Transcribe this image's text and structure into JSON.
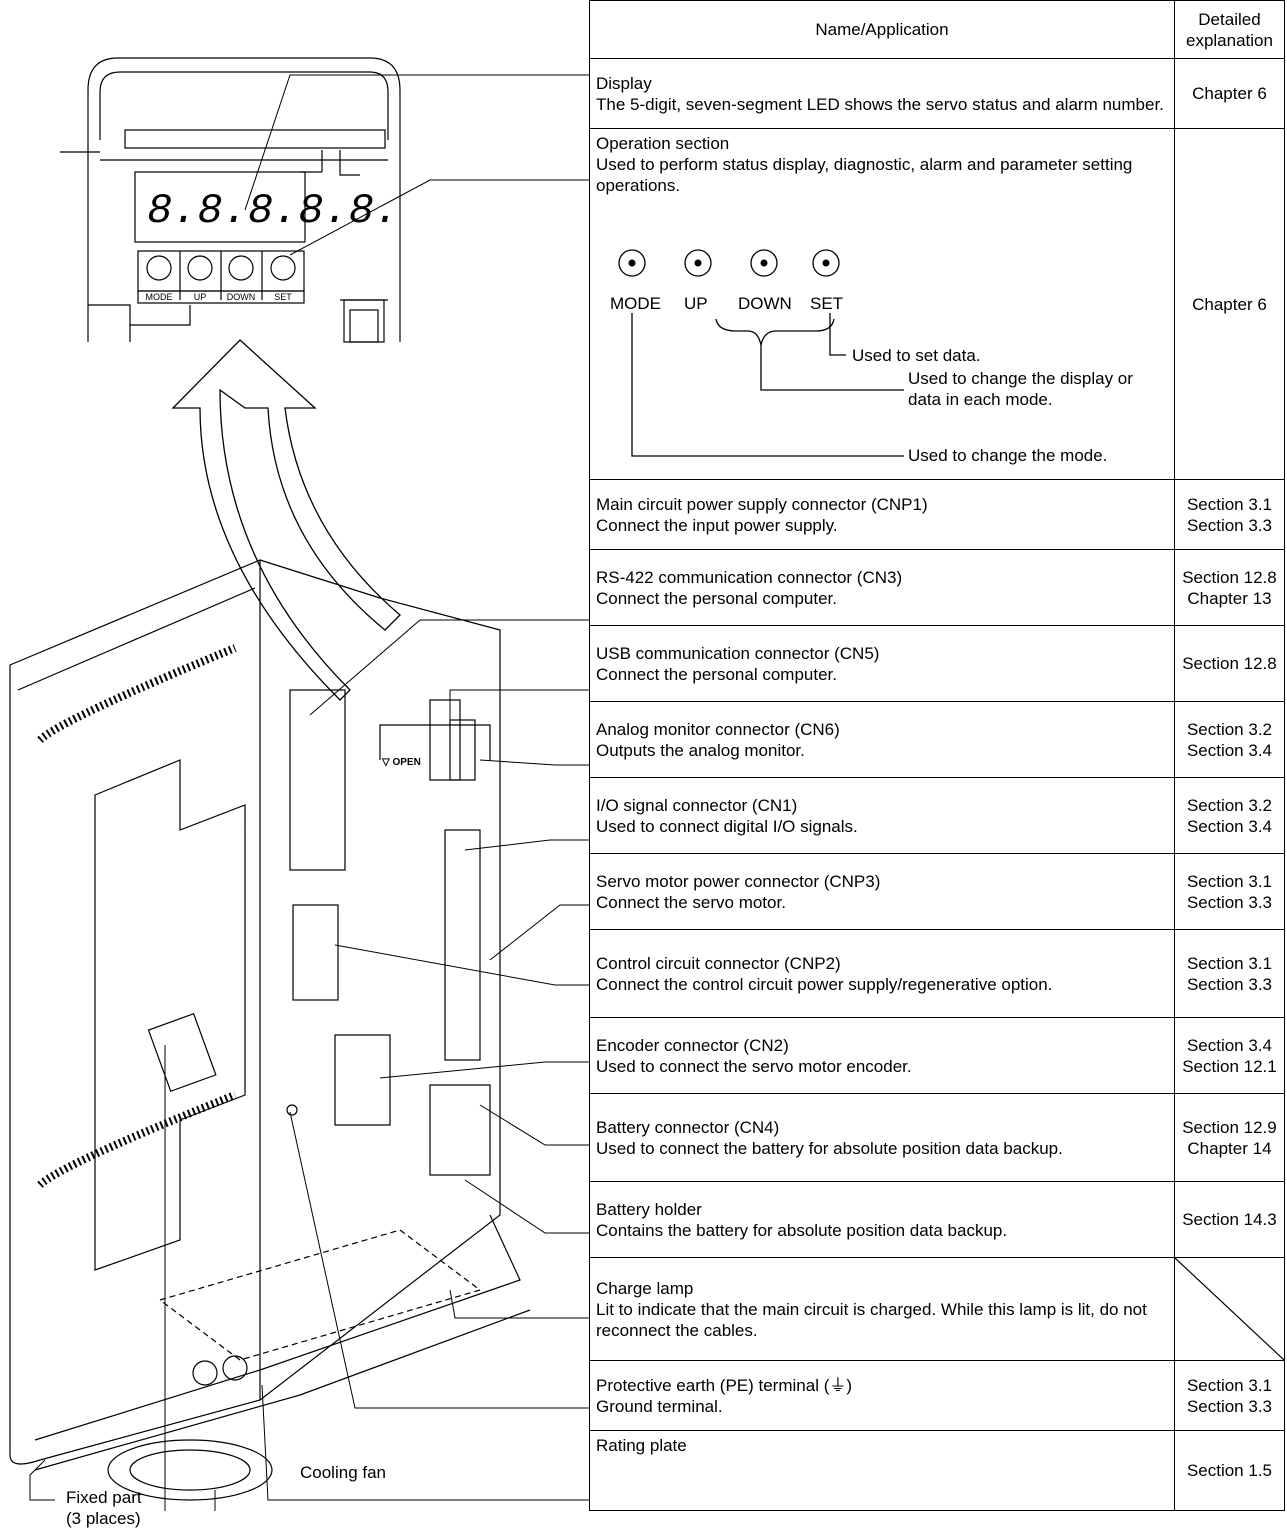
{
  "header": {
    "name_application": "Name/Application",
    "detailed_explanation": "Detailed explanation"
  },
  "rows": [
    {
      "name": "Display",
      "desc": "The 5-digit, seven-segment LED shows the servo status and alarm number.",
      "refs": [
        "Chapter 6"
      ]
    },
    {
      "name": "Operation section",
      "desc": "Used to perform status display, diagnostic, alarm and parameter setting operations.",
      "refs": [
        "Chapter 6"
      ],
      "buttons": [
        "MODE",
        "UP",
        "DOWN",
        "SET"
      ],
      "notes": [
        "Used to set data.",
        "Used to change the display or data in each mode.",
        "Used to change the mode."
      ]
    },
    {
      "name": "Main circuit power supply connector (CNP1)",
      "desc": "Connect the input power supply.",
      "refs": [
        "Section 3.1",
        "Section 3.3"
      ]
    },
    {
      "name": "RS-422 communication connector (CN3)",
      "desc": "Connect the personal computer.",
      "refs": [
        "Section 12.8",
        "Chapter 13"
      ]
    },
    {
      "name": "USB communication connector (CN5)",
      "desc": "Connect the personal computer.",
      "refs": [
        "Section 12.8"
      ]
    },
    {
      "name": "Analog monitor connector (CN6)",
      "desc": "Outputs the analog monitor.",
      "refs": [
        "Section 3.2",
        "Section 3.4"
      ]
    },
    {
      "name": "I/O signal connector (CN1)",
      "desc": "Used to connect digital I/O signals.",
      "refs": [
        "Section 3.2",
        "Section 3.4"
      ]
    },
    {
      "name": "Servo motor power connector (CNP3)",
      "desc": "Connect the servo motor.",
      "refs": [
        "Section 3.1",
        "Section 3.3"
      ]
    },
    {
      "name": "Control circuit connector (CNP2)",
      "desc": "Connect the control circuit power supply/regenerative option.",
      "refs": [
        "Section 3.1",
        "Section 3.3"
      ]
    },
    {
      "name": "Encoder connector (CN2)",
      "desc": "Used to connect the servo motor encoder.",
      "refs": [
        "Section 3.4",
        "Section 12.1"
      ]
    },
    {
      "name": "Battery connector (CN4)",
      "desc": "Used to connect the battery for absolute position data backup.",
      "refs": [
        "Section 12.9",
        "Chapter 14"
      ]
    },
    {
      "name": "Battery holder",
      "desc": "Contains the battery for absolute position data backup.",
      "refs": [
        "Section 14.3"
      ]
    },
    {
      "name": "Charge lamp",
      "desc": "Lit to indicate that the main circuit is charged. While this lamp is lit, do not reconnect the cables.",
      "refs": []
    },
    {
      "name": "Protective earth (PE) terminal (⏚)",
      "desc": "Ground terminal.",
      "refs": [
        "Section 3.1",
        "Section 3.3"
      ]
    },
    {
      "name": "Rating plate",
      "desc": "",
      "refs": [
        "Section 1.5"
      ]
    }
  ],
  "drawing_labels": {
    "cooling_fan": "Cooling fan",
    "fixed_part": "Fixed part",
    "fixed_part_count": "(3 places)",
    "open_label": "▽ OPEN",
    "display_digits": "8.8.8.8.8.",
    "panel_buttons": [
      "MODE",
      "UP",
      "DOWN",
      "SET"
    ]
  }
}
